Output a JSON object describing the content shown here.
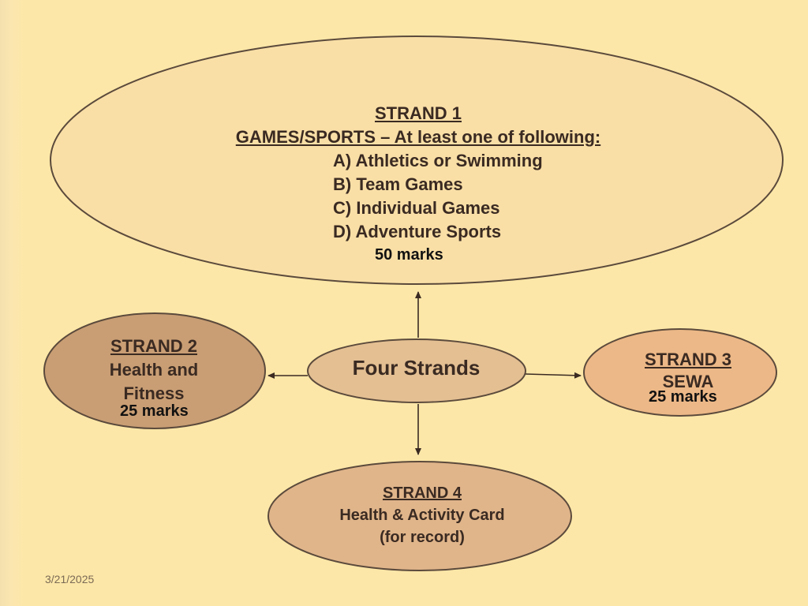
{
  "strand1": {
    "title": "STRAND 1",
    "subtitle": "GAMES/SPORTS – At least one of following:",
    "items": [
      "A) Athletics or Swimming",
      "B) Team Games",
      "C) Individual Games",
      "D) Adventure Sports"
    ],
    "marks": "50 marks"
  },
  "strand2": {
    "title": "STRAND 2",
    "line1": "Health and",
    "line2": "Fitness",
    "marks": "25 marks"
  },
  "center": {
    "label": "Four Strands"
  },
  "strand3": {
    "title": "STRAND 3",
    "line1": "SEWA",
    "marks": "25 marks"
  },
  "strand4": {
    "title": "STRAND 4",
    "line1": "Health & Activity Card",
    "line2": "(for record)"
  },
  "footer": {
    "date": "3/21/2025"
  },
  "colors": {
    "background": "#fde7a8",
    "strand1_fill": "#f9dfa6",
    "strand2_fill": "#c99e74",
    "center_fill": "#e3bf92",
    "strand3_fill": "#ecb887",
    "strand4_fill": "#e0b58a",
    "stroke": "#5b4a3c"
  }
}
